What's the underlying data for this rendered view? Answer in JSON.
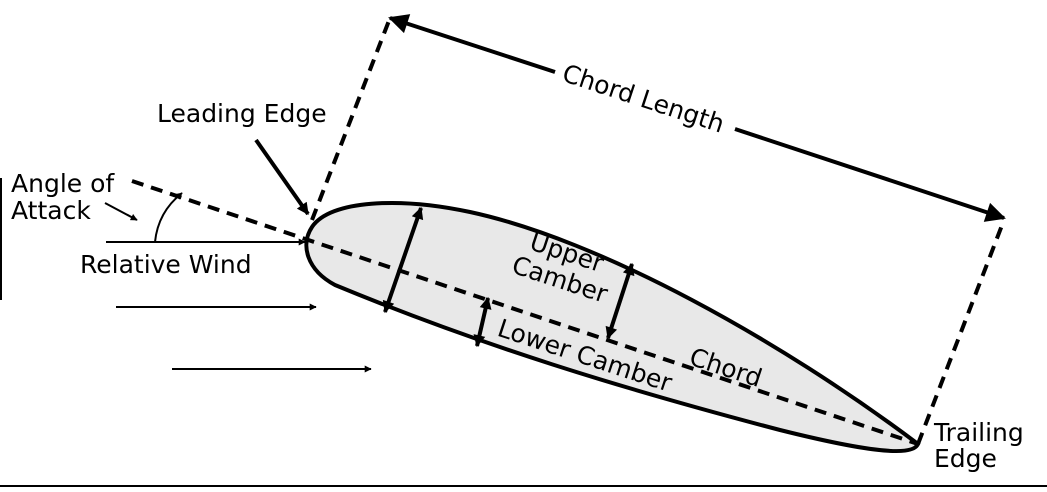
{
  "labels": {
    "leading_edge": "Leading Edge",
    "angle_of_attack_line1": "Angle of",
    "angle_of_attack_line2": "Attack",
    "relative_wind": "Relative Wind",
    "chord_length": "Chord Length",
    "upper_camber_line1": "Upper",
    "upper_camber_line2": "Camber",
    "lower_camber": "Lower Camber",
    "chord": "Chord",
    "trailing_edge_line1": "Trailing",
    "trailing_edge_line2": "Edge"
  },
  "colors": {
    "stroke": "#000000",
    "airfoil_fill": "#e8e8e8",
    "background": "#ffffff"
  }
}
